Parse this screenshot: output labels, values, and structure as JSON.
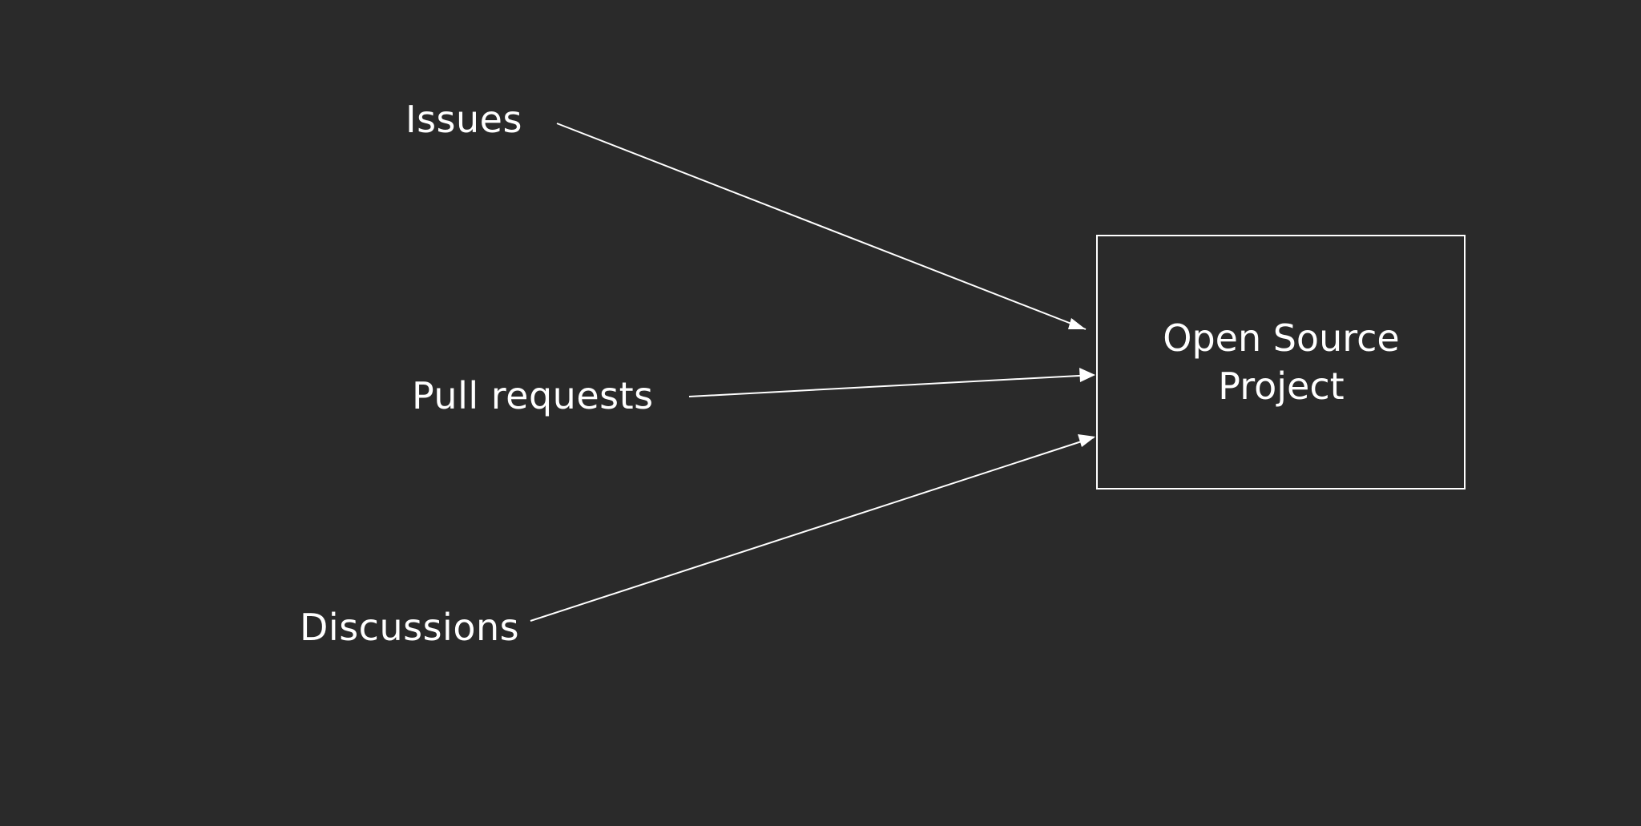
{
  "diagram": {
    "background_color": "#2a2a2a",
    "stroke_color": "#ffffff",
    "sources": [
      {
        "id": "issues",
        "label": "Issues"
      },
      {
        "id": "pull-requests",
        "label": "Pull requests"
      },
      {
        "id": "discussions",
        "label": "Discussions"
      }
    ],
    "target": {
      "label_line1": "Open Source",
      "label_line2": "Project"
    }
  }
}
